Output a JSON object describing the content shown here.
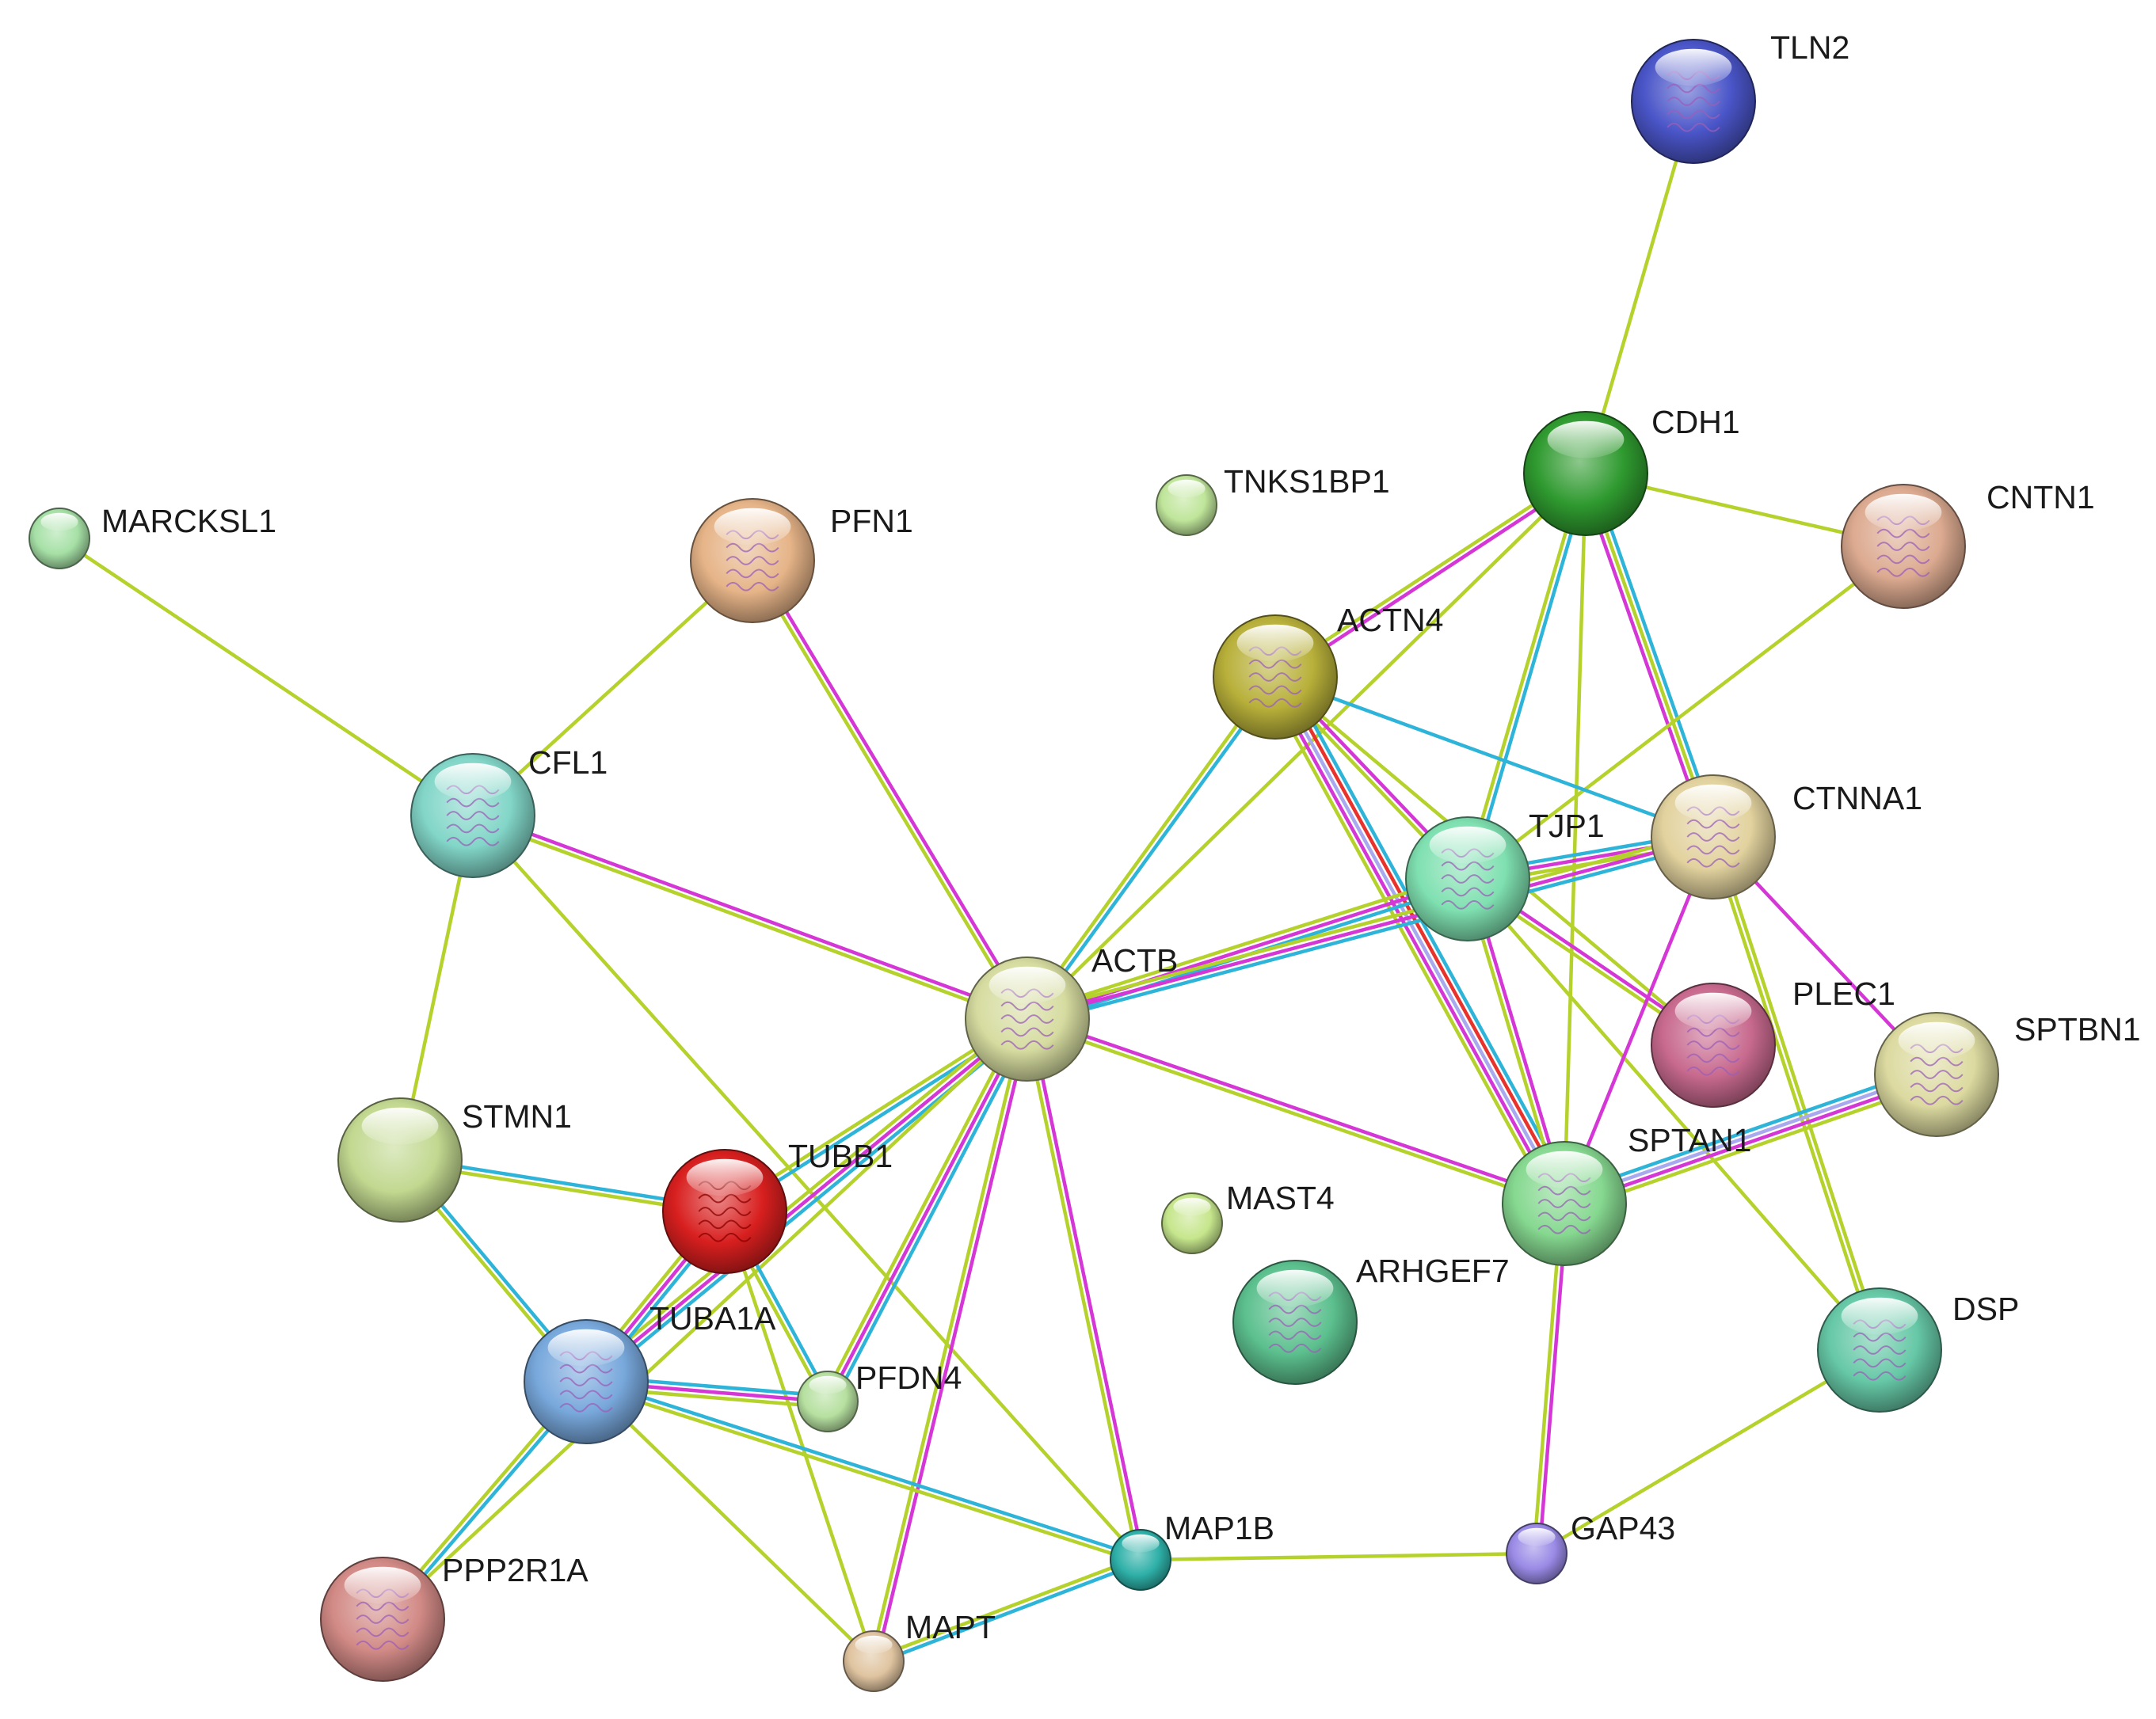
{
  "palette": {
    "textmining": "#b5d22c",
    "experimental": "#d536d6",
    "database": "#2fb4d9",
    "coexpression": "#2f2f2f",
    "homology": "#a9a9f0",
    "fusion": "#e8322b"
  },
  "nodes": [
    {
      "id": "TLN2",
      "label": "TLN2",
      "color": "#4a55c8",
      "size": "large",
      "has_structure": true
    },
    {
      "id": "CDH1",
      "label": "CDH1",
      "color": "#2f9a2f",
      "size": "large",
      "has_structure": false
    },
    {
      "id": "CNTN1",
      "label": "CNTN1",
      "color": "#dcaa90",
      "size": "large",
      "has_structure": true
    },
    {
      "id": "TNKS1BP1",
      "label": "TNKS1BP1",
      "color": "#bfe59a",
      "size": "small",
      "has_structure": false
    },
    {
      "id": "MARCKSL1",
      "label": "MARCKSL1",
      "color": "#a6e0a6",
      "size": "small",
      "has_structure": false
    },
    {
      "id": "PFN1",
      "label": "PFN1",
      "color": "#e6b488",
      "size": "large",
      "has_structure": true
    },
    {
      "id": "ACTN4",
      "label": "ACTN4",
      "color": "#b8b03a",
      "size": "large",
      "has_structure": true
    },
    {
      "id": "CFL1",
      "label": "CFL1",
      "color": "#82d6c8",
      "size": "large",
      "has_structure": true
    },
    {
      "id": "TJP1",
      "label": "TJP1",
      "color": "#7fe0b0",
      "size": "large",
      "has_structure": true
    },
    {
      "id": "CTNNA1",
      "label": "CTNNA1",
      "color": "#e2d29e",
      "size": "large",
      "has_structure": true
    },
    {
      "id": "ACTB",
      "label": "ACTB",
      "color": "#d6dca0",
      "size": "large",
      "has_structure": true
    },
    {
      "id": "PLEC1",
      "label": "PLEC1",
      "color": "#c86a8e",
      "size": "large",
      "has_structure": true
    },
    {
      "id": "SPTBN1",
      "label": "SPTBN1",
      "color": "#dcdaa0",
      "size": "large",
      "has_structure": true
    },
    {
      "id": "STMN1",
      "label": "STMN1",
      "color": "#c2d890",
      "size": "large",
      "has_structure": false
    },
    {
      "id": "TUBB1",
      "label": "TUBB1",
      "color": "#d81f1f",
      "size": "large",
      "has_structure": true
    },
    {
      "id": "SPTAN1",
      "label": "SPTAN1",
      "color": "#86d890",
      "size": "large",
      "has_structure": true
    },
    {
      "id": "MAST4",
      "label": "MAST4",
      "color": "#c6e68c",
      "size": "small",
      "has_structure": false
    },
    {
      "id": "ARHGEF7",
      "label": "ARHGEF7",
      "color": "#5cc08e",
      "size": "large",
      "has_structure": true
    },
    {
      "id": "TUBA1A",
      "label": "TUBA1A",
      "color": "#78a8dc",
      "size": "large",
      "has_structure": true
    },
    {
      "id": "PFDN4",
      "label": "PFDN4",
      "color": "#b6e0a0",
      "size": "small",
      "has_structure": false
    },
    {
      "id": "DSP",
      "label": "DSP",
      "color": "#66c8a6",
      "size": "large",
      "has_structure": true
    },
    {
      "id": "PPP2R1A",
      "label": "PPP2R1A",
      "color": "#d28a86",
      "size": "large",
      "has_structure": true
    },
    {
      "id": "MAP1B",
      "label": "MAP1B",
      "color": "#2eb0a8",
      "size": "small",
      "has_structure": false
    },
    {
      "id": "GAP43",
      "label": "GAP43",
      "color": "#9a8ae6",
      "size": "small",
      "has_structure": false
    },
    {
      "id": "MAPT",
      "label": "MAPT",
      "color": "#e0c4a0",
      "size": "small",
      "has_structure": false
    }
  ],
  "edges": [
    {
      "source": "TLN2",
      "target": "CDH1",
      "evidence": [
        "textmining"
      ]
    },
    {
      "source": "CDH1",
      "target": "CNTN1",
      "evidence": [
        "textmining"
      ]
    },
    {
      "source": "CDH1",
      "target": "ACTN4",
      "evidence": [
        "experimental",
        "textmining"
      ]
    },
    {
      "source": "CDH1",
      "target": "TJP1",
      "evidence": [
        "database",
        "textmining"
      ]
    },
    {
      "source": "CDH1",
      "target": "CTNNA1",
      "evidence": [
        "database",
        "textmining",
        "experimental"
      ]
    },
    {
      "source": "CDH1",
      "target": "ACTB",
      "evidence": [
        "textmining"
      ]
    },
    {
      "source": "CDH1",
      "target": "SPTAN1",
      "evidence": [
        "textmining"
      ]
    },
    {
      "source": "CNTN1",
      "target": "TJP1",
      "evidence": [
        "textmining"
      ]
    },
    {
      "source": "MARCKSL1",
      "target": "CFL1",
      "evidence": [
        "textmining"
      ]
    },
    {
      "source": "PFN1",
      "target": "CFL1",
      "evidence": [
        "textmining"
      ]
    },
    {
      "source": "PFN1",
      "target": "ACTB",
      "evidence": [
        "experimental",
        "textmining"
      ]
    },
    {
      "source": "ACTN4",
      "target": "ACTB",
      "evidence": [
        "database",
        "textmining"
      ]
    },
    {
      "source": "ACTN4",
      "target": "CTNNA1",
      "evidence": [
        "database"
      ]
    },
    {
      "source": "ACTN4",
      "target": "TJP1",
      "evidence": [
        "experimental",
        "textmining"
      ]
    },
    {
      "source": "ACTN4",
      "target": "SPTAN1",
      "evidence": [
        "database",
        "fusion",
        "homology",
        "experimental",
        "textmining"
      ]
    },
    {
      "source": "ACTN4",
      "target": "PLEC1",
      "evidence": [
        "textmining"
      ]
    },
    {
      "source": "CFL1",
      "target": "ACTB",
      "evidence": [
        "experimental",
        "textmining"
      ]
    },
    {
      "source": "CFL1",
      "target": "STMN1",
      "evidence": [
        "textmining"
      ]
    },
    {
      "source": "CFL1",
      "target": "MAP1B",
      "evidence": [
        "textmining"
      ]
    },
    {
      "source": "TJP1",
      "target": "CTNNA1",
      "evidence": [
        "database",
        "experimental",
        "textmining"
      ]
    },
    {
      "source": "TJP1",
      "target": "ACTB",
      "evidence": [
        "database",
        "experimental",
        "textmining"
      ]
    },
    {
      "source": "TJP1",
      "target": "PLEC1",
      "evidence": [
        "experimental",
        "textmining"
      ]
    },
    {
      "source": "TJP1",
      "target": "SPTAN1",
      "evidence": [
        "experimental",
        "textmining"
      ]
    },
    {
      "source": "TJP1",
      "target": "DSP",
      "evidence": [
        "textmining"
      ]
    },
    {
      "source": "CTNNA1",
      "target": "ACTB",
      "evidence": [
        "database",
        "experimental",
        "textmining"
      ]
    },
    {
      "source": "CTNNA1",
      "target": "SPTBN1",
      "evidence": [
        "experimental"
      ]
    },
    {
      "source": "CTNNA1",
      "target": "SPTAN1",
      "evidence": [
        "experimental"
      ]
    },
    {
      "source": "CTNNA1",
      "target": "DSP",
      "evidence": [
        "textmining",
        "textmining"
      ]
    },
    {
      "source": "ACTB",
      "target": "SPTAN1",
      "evidence": [
        "experimental",
        "textmining"
      ]
    },
    {
      "source": "ACTB",
      "target": "TUBB1",
      "evidence": [
        "database",
        "textmining"
      ]
    },
    {
      "source": "ACTB",
      "target": "TUBA1A",
      "evidence": [
        "database",
        "experimental",
        "textmining"
      ]
    },
    {
      "source": "ACTB",
      "target": "PFDN4",
      "evidence": [
        "database",
        "experimental",
        "textmining"
      ]
    },
    {
      "source": "ACTB",
      "target": "MAPT",
      "evidence": [
        "experimental",
        "textmining"
      ]
    },
    {
      "source": "ACTB",
      "target": "MAP1B",
      "evidence": [
        "experimental",
        "textmining"
      ]
    },
    {
      "source": "ACTB",
      "target": "PPP2R1A",
      "evidence": [
        "textmining"
      ]
    },
    {
      "source": "STMN1",
      "target": "TUBB1",
      "evidence": [
        "database",
        "textmining"
      ]
    },
    {
      "source": "STMN1",
      "target": "TUBA1A",
      "evidence": [
        "database",
        "textmining"
      ]
    },
    {
      "source": "TUBB1",
      "target": "TUBA1A",
      "evidence": [
        "database",
        "experimental",
        "textmining"
      ]
    },
    {
      "source": "TUBB1",
      "target": "PFDN4",
      "evidence": [
        "database",
        "textmining"
      ]
    },
    {
      "source": "TUBB1",
      "target": "MAPT",
      "evidence": [
        "textmining"
      ]
    },
    {
      "source": "TUBA1A",
      "target": "PFDN4",
      "evidence": [
        "database",
        "experimental",
        "textmining"
      ]
    },
    {
      "source": "TUBA1A",
      "target": "PPP2R1A",
      "evidence": [
        "database",
        "textmining"
      ]
    },
    {
      "source": "TUBA1A",
      "target": "MAP1B",
      "evidence": [
        "database",
        "textmining"
      ]
    },
    {
      "source": "TUBA1A",
      "target": "MAPT",
      "evidence": [
        "textmining"
      ]
    },
    {
      "source": "SPTAN1",
      "target": "SPTBN1",
      "evidence": [
        "database",
        "homology",
        "experimental",
        "textmining"
      ]
    },
    {
      "source": "SPTAN1",
      "target": "GAP43",
      "evidence": [
        "experimental",
        "textmining"
      ]
    },
    {
      "source": "DSP",
      "target": "GAP43",
      "evidence": [
        "textmining"
      ]
    },
    {
      "source": "MAP1B",
      "target": "GAP43",
      "evidence": [
        "textmining"
      ]
    },
    {
      "source": "MAP1B",
      "target": "MAPT",
      "evidence": [
        "database",
        "textmining"
      ]
    }
  ]
}
